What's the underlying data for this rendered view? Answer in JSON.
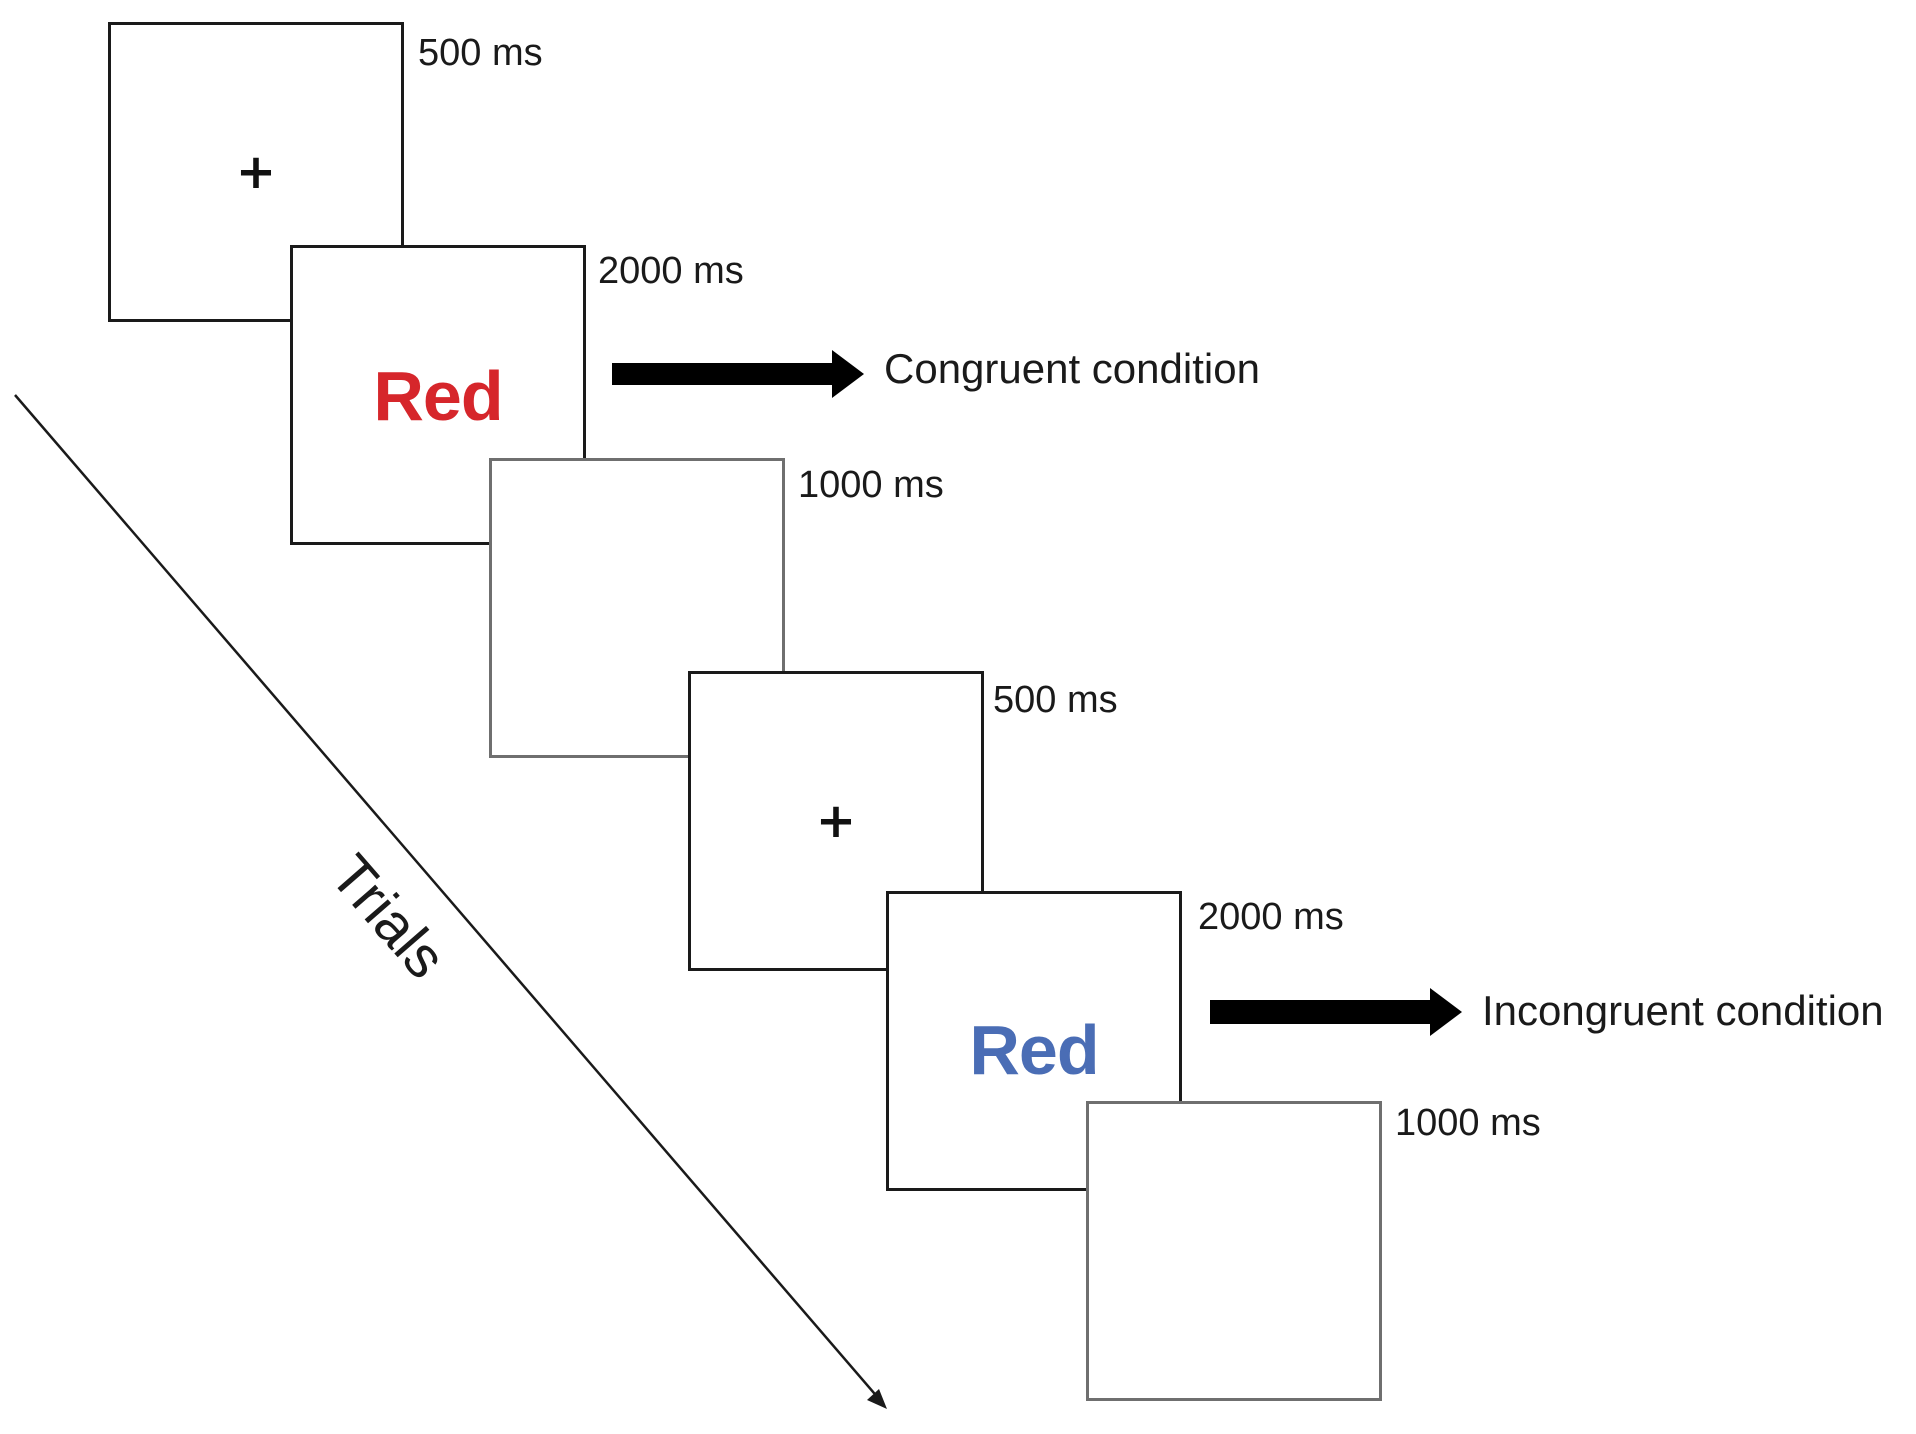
{
  "trials_label": "Trials",
  "colors": {
    "congruent_word": "#d6262b",
    "incongruent_word": "#4a6db5",
    "frame_border": "#1a1a1a",
    "arrow": "#000000"
  },
  "trial_1": {
    "fixation": {
      "symbol": "+",
      "duration": "500 ms"
    },
    "stimulus": {
      "word": "Red",
      "ink_color": "red",
      "duration": "2000 ms"
    },
    "blank": {
      "duration": "1000 ms"
    },
    "condition": "Congruent condition"
  },
  "trial_2": {
    "fixation": {
      "symbol": "+",
      "duration": "500 ms"
    },
    "stimulus": {
      "word": "Red",
      "ink_color": "blue",
      "duration": "2000 ms"
    },
    "blank": {
      "duration": "1000 ms"
    },
    "condition": "Incongruent condition"
  }
}
